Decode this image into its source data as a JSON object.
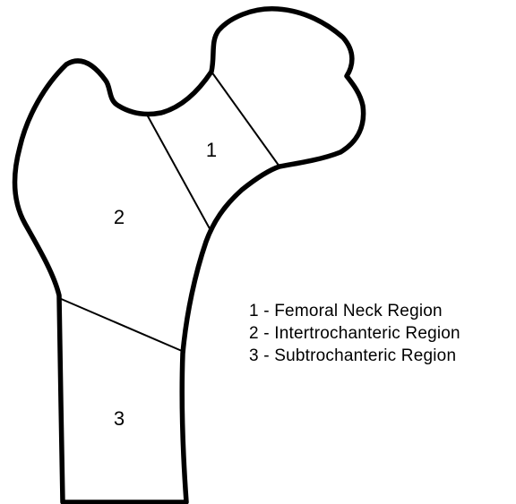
{
  "regions": [
    {
      "number": "1"
    },
    {
      "number": "2"
    },
    {
      "number": "3"
    }
  ],
  "legend": [
    {
      "text": "1 - Femoral Neck Region"
    },
    {
      "text": "2 - Intertrochanteric Region"
    },
    {
      "text": "3 - Subtrochanteric Region"
    }
  ],
  "colors": {
    "stroke": "#000000",
    "background": "#ffffff"
  }
}
